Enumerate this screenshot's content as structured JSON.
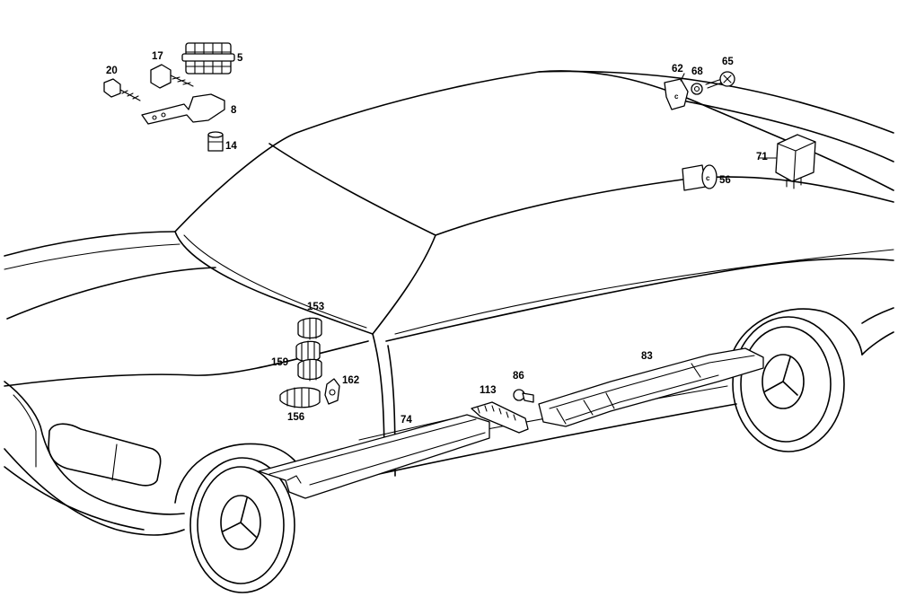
{
  "labels": {
    "p5": "5",
    "p8": "8",
    "p14": "14",
    "p17": "17",
    "p20": "20",
    "p56": "56",
    "p62": "62",
    "p65": "65",
    "p68": "68",
    "p71": "71",
    "p74": "74",
    "p83": "83",
    "p86": "86",
    "p113": "113",
    "p153": "153",
    "p156": "156",
    "p159": "159",
    "p162": "162"
  }
}
